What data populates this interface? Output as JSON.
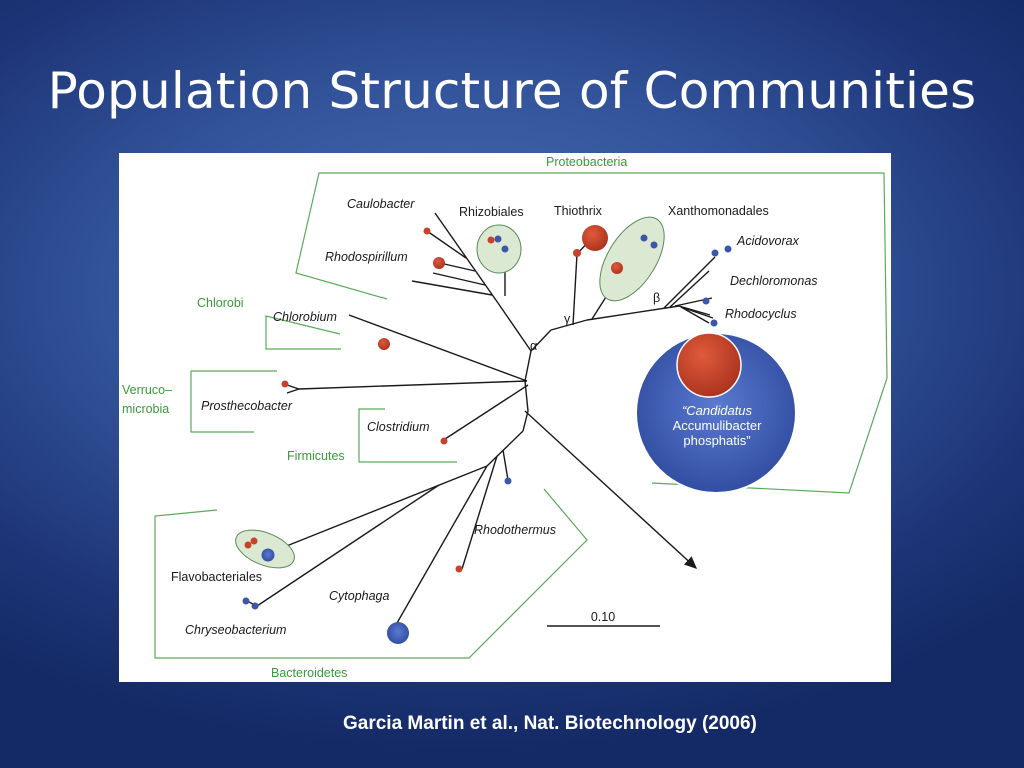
{
  "slide": {
    "title": "Population Structure of Communities",
    "citation": "Garcia Martin et al., Nat.  Biotechnology (2006)"
  },
  "tree": {
    "taxa": {
      "caulobacter": "Caulobacter",
      "rhizobiales": "Rhizobiales",
      "thiothrix": "Thiothrix",
      "xanthomonadales": "Xanthomonadales",
      "acidovorax": "Acidovorax",
      "dechloromonas": "Dechloromonas",
      "rhodocyclus": "Rhodocyclus",
      "rhodospirillum": "Rhodospirillum",
      "chlorobium": "Chlorobium",
      "prosthecobacter": "Prosthecobacter",
      "clostridium": "Clostridium",
      "rhodothermus": "Rhodothermus",
      "flavobacteriales": "Flavobacteriales",
      "cytophaga": "Cytophaga",
      "chryseobacterium": "Chryseobacterium"
    },
    "groups": {
      "proteobacteria": "Proteobacteria",
      "chlorobi": "Chlorobi",
      "verrucomicrobia_1": "Verruco–",
      "verrucomicrobia_2": "microbia",
      "firmicutes": "Firmicutes",
      "bacteroidetes": "Bacteroidetes"
    },
    "greek": {
      "alpha": "α",
      "beta": "β",
      "gamma": "γ"
    },
    "bubble": {
      "line1": "“Candidatus",
      "line2": "Accumulibacter",
      "line3": "phosphatis”"
    },
    "scale_label": "0.10",
    "colors": {
      "red": "#c8412a",
      "blue": "#3d56a8",
      "ellipse_fill": "#dbe8d2",
      "group_line": "#5aaa5a"
    }
  }
}
